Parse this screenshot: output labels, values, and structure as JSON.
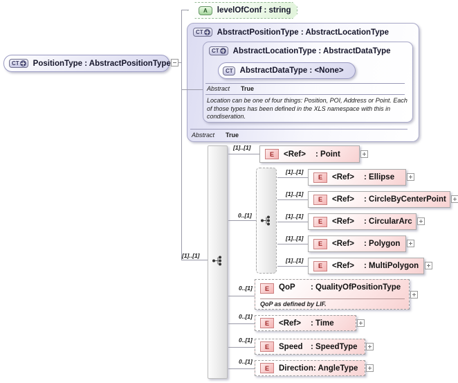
{
  "icons": {
    "complex_type": "CT",
    "attribute": "A",
    "element": "E"
  },
  "root_node": {
    "label": "PositionType : AbstractPositionType"
  },
  "attribute_node": {
    "label": "levelOfConf : string"
  },
  "type_box": {
    "title": "AbstractPositionType : AbstractLocationType",
    "abstract_label": "Abstract",
    "abstract_value": "True",
    "inner_box": {
      "title": "AbstractLocationType : AbstractDataType",
      "base_type": "AbstractDataType : <None>",
      "abstract_label": "Abstract",
      "abstract_value": "True",
      "annotation": "Location can be one of four things: Position, POI, Address or Point. Each of those types has been defined in the XLS namespace with this in condiseration."
    }
  },
  "sequence": {
    "occurs": "[1]..[1]"
  },
  "elements": {
    "point": {
      "occurs": "[1]..[1]",
      "name": "<Ref>",
      "type": ": Point"
    },
    "choice": {
      "occurs": "0..[1]",
      "items": [
        {
          "occurs": "[1]..[1]",
          "name": "<Ref>",
          "type": ": Ellipse"
        },
        {
          "occurs": "[1]..[1]",
          "name": "<Ref>",
          "type": ": CircleByCenterPoint"
        },
        {
          "occurs": "[1]..[1]",
          "name": "<Ref>",
          "type": ": CircularArc"
        },
        {
          "occurs": "[1]..[1]",
          "name": "<Ref>",
          "type": ": Polygon"
        },
        {
          "occurs": "[1]..[1]",
          "name": "<Ref>",
          "type": ": MultiPolygon"
        }
      ]
    },
    "qop": {
      "occurs": "0..[1]",
      "name": "QoP",
      "type": ": QualityOfPositionType",
      "annotation": "QoP as defined by LIF."
    },
    "time": {
      "occurs": "0..[1]",
      "name": "<Ref>",
      "type": ": Time"
    },
    "speed": {
      "occurs": "0..[1]",
      "name": "Speed",
      "type": ": SpeedType"
    },
    "direction": {
      "occurs": "0..[1]",
      "name": "Direction",
      "type": ": AngleType"
    }
  }
}
